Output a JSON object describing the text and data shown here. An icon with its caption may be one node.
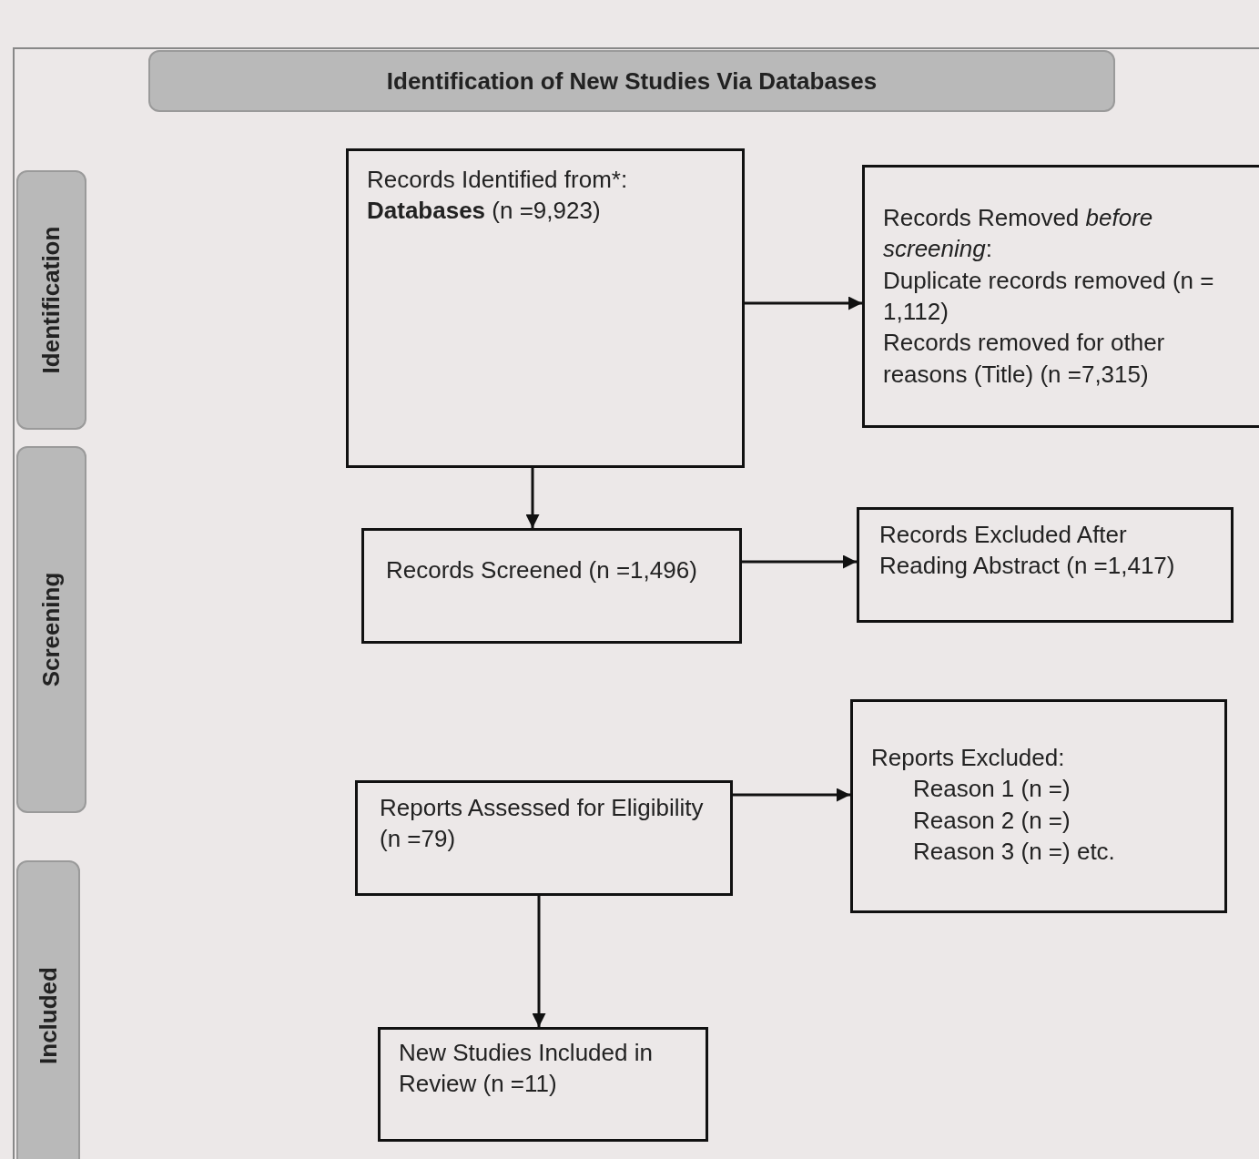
{
  "diagram": {
    "nodes": [
      {
        "text": [
          "Identification of New Studies Via Databases"
        ]
      },
      {
        "text": [
          "Identification"
        ]
      },
      {
        "text": [
          "Screening"
        ]
      },
      {
        "text": [
          "Included"
        ]
      },
      {
        "text": [
          "Records Identified from*: **Databases** (n =9,923)"
        ]
      },
      {
        "text": [
          "Records Removed *before screening*:",
          "Duplicate records removed (n = 1,112)",
          "Records removed for other reasons (Title) (n =7,315)"
        ]
      },
      {
        "text": [
          "Records Screened (n =1,496)"
        ]
      },
      {
        "text": [
          "Records Excluded After Reading Abstract (n =1,417)"
        ]
      },
      {
        "text": [
          "Reports Assessed for Eligibility (n =79)"
        ]
      },
      {
        "text": [
          "Reports Excluded:",
          "Reason 1 (n =)",
          "Reason 2 (n =)",
          "Reason 3 (n =) etc."
        ]
      },
      {
        "text": [
          "New Studies Included in Review (n =11)"
        ]
      }
    ],
    "edges": [
      {
        "from": 4,
        "to": 5,
        "arrow": "to"
      },
      {
        "from": 4,
        "to": 6,
        "arrow": "to"
      },
      {
        "from": 6,
        "to": 7,
        "arrow": "to"
      },
      {
        "from": 8,
        "to": 9,
        "arrow": "to"
      },
      {
        "from": 8,
        "to": 10,
        "arrow": "to"
      }
    ]
  }
}
